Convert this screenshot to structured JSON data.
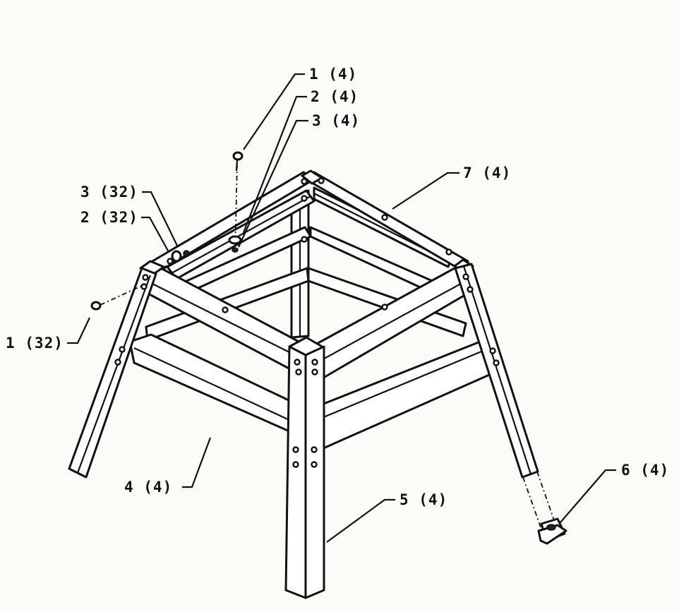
{
  "callouts": {
    "bolt_top": "1 (4)",
    "washer_top": "2 (4)",
    "nut_top": "3 (4)",
    "top_rail": "7 (4)",
    "nut_side": "3 (32)",
    "washer_side": "2 (32)",
    "bolt_side": "1 (32)",
    "cross_rail": "4 (4)",
    "leg": "5 (4)",
    "foot": "6 (4)"
  }
}
